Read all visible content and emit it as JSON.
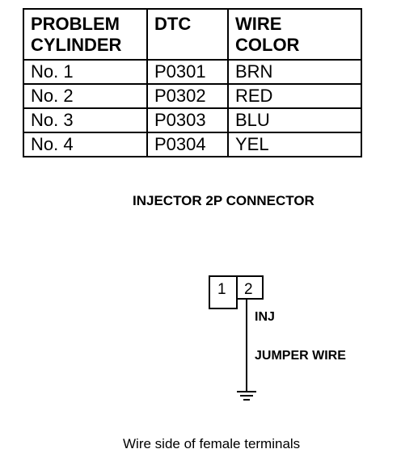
{
  "table": {
    "headers": [
      "PROBLEM CYLINDER",
      "DTC",
      "WIRE COLOR"
    ],
    "header_lines": [
      [
        "PROBLEM",
        "CYLINDER"
      ],
      [
        "DTC"
      ],
      [
        "WIRE",
        "COLOR"
      ]
    ],
    "rows": [
      [
        "No. 1",
        "P0301",
        "BRN"
      ],
      [
        "No. 2",
        "P0302",
        "RED"
      ],
      [
        "No. 3",
        "P0303",
        "BLU"
      ],
      [
        "No. 4",
        "P0304",
        "YEL"
      ]
    ]
  },
  "diagram": {
    "title": "INJECTOR 2P CONNECTOR",
    "pins": [
      "1",
      "2"
    ],
    "inj_label": "INJ",
    "jumper_label": "JUMPER WIRE",
    "caption": "Wire side of female terminals"
  }
}
